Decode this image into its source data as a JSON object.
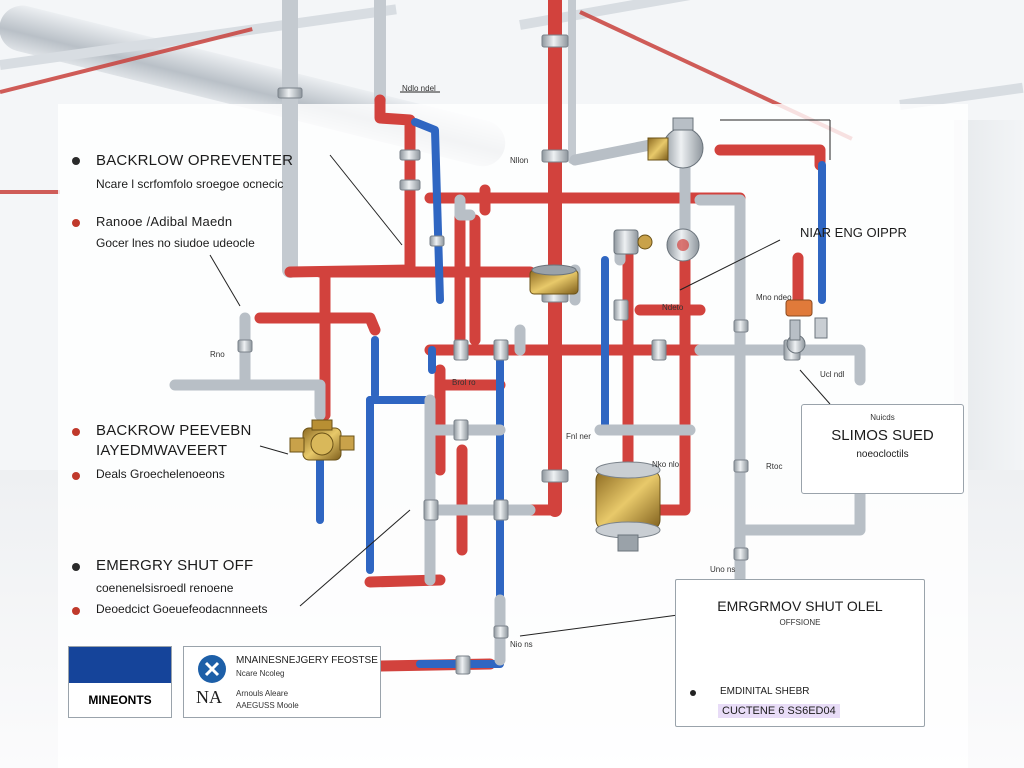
{
  "labels": {
    "backflow_preventer": {
      "title": "BACKRLOW OPREVENTER",
      "line1": "Ncare l scrfomfolo sroegoe ocnecic"
    },
    "pressure_item": {
      "title": "Ranooe /Adibal Maedn",
      "line1": "Gocer lnes no siudoe udeocle"
    },
    "backflow_2": {
      "title": "BACKROW PEEVEBN",
      "title2": "IAYEDMWAVEERT",
      "line1": "Deals Groechelenoeons"
    },
    "emergency": {
      "title": "EMERGRY SHUT OFF",
      "line1": "coenenelsisroedl renoene",
      "line2": "Deoedcict Goeuefeodacnnneets"
    },
    "main_shutoff": {
      "title": "NIAR ENG OIPPR"
    },
    "solenoid_box": {
      "small": "Nuicds",
      "title": "SLIMOS SUED",
      "line1": "noeocloctils"
    },
    "emergency_box": {
      "title": "EMRGRMOV SHUT OLEL",
      "small": "OFFSIONE",
      "line1": "EMDINITAL SHEBR",
      "line2": "CUCTENE 6 SS6ED04"
    },
    "legend_blue": {
      "text": "MINEONTS"
    },
    "legend_logo": {
      "title": "MNAINESNEJGERY FEOSTSE",
      "sub": "Ncare Ncoleg",
      "mark": "NA",
      "line1": "Arnouls Aleare",
      "line2": "AAEGUSS Moole"
    },
    "pipe_tags": [
      "Ndlo ndel",
      "Nllon",
      "Rno",
      "Ndeto",
      "Mno ndeo",
      "Fnl ner",
      "Nko nlo",
      "Rtoc",
      "Nio ns",
      "Uno ns",
      "Ucl ndl",
      "Brol ro"
    ]
  },
  "colors": {
    "hot": "#d2423d",
    "cold": "#2f66c2",
    "steel": "#b8bfc6",
    "brass": "#c9a24a",
    "accent": "#15449a"
  }
}
